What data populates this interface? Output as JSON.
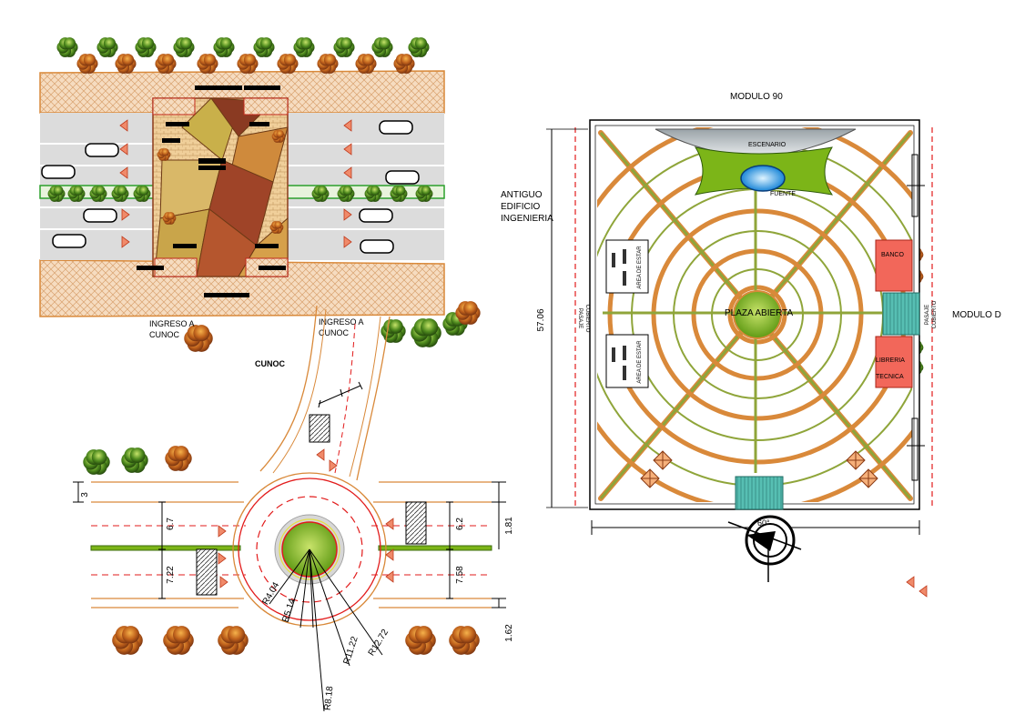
{
  "top_plan": {
    "ingreso_left": [
      "INGRESO A",
      "CUNOC"
    ],
    "ingreso_right": [
      "INGRESO A",
      "CUNOC"
    ],
    "campus_label": "CUNOC"
  },
  "roundabout": {
    "dims_left": [
      "6.7",
      "7.22"
    ],
    "dims_right": [
      "6.2",
      "7.58"
    ],
    "dims_far_right": [
      "1.81",
      "1.62"
    ],
    "dim_top_left": "3",
    "radii": [
      "R4.04",
      "R5.14",
      "R8.18",
      "R11.22",
      "R12.72"
    ]
  },
  "plaza": {
    "title": "MODULO 90",
    "left_building": [
      "ANTIGUO",
      "EDIFICIO",
      "INGENIERIA"
    ],
    "right_building": "MODULO D",
    "height_dim": "57.06",
    "stage": "ESCENARIO",
    "fountain": "FUENTE",
    "center": "PLAZA ABIERTA",
    "bank": "BANCO",
    "bookstore": [
      "LIBRERIA",
      "TECNICA"
    ],
    "rest_areas": [
      "AREA DE ESTAR",
      "AREA DE ESTAR"
    ],
    "covered_walk_left": [
      "PASAJE",
      "CUBIERTO"
    ],
    "covered_walk_right": [
      "PASAJE",
      "CUBIERTO"
    ]
  },
  "colors": {
    "path_orange": "#d9893a",
    "path_green": "#8fa53a",
    "lawn": "#7cb518",
    "pavement": "#e7e7e7",
    "crosshatch": "#f3d8b5",
    "dashed_red": "#e21b1b",
    "teal_walk": "#3aa99f",
    "kiosk_red": "#f2675a"
  }
}
